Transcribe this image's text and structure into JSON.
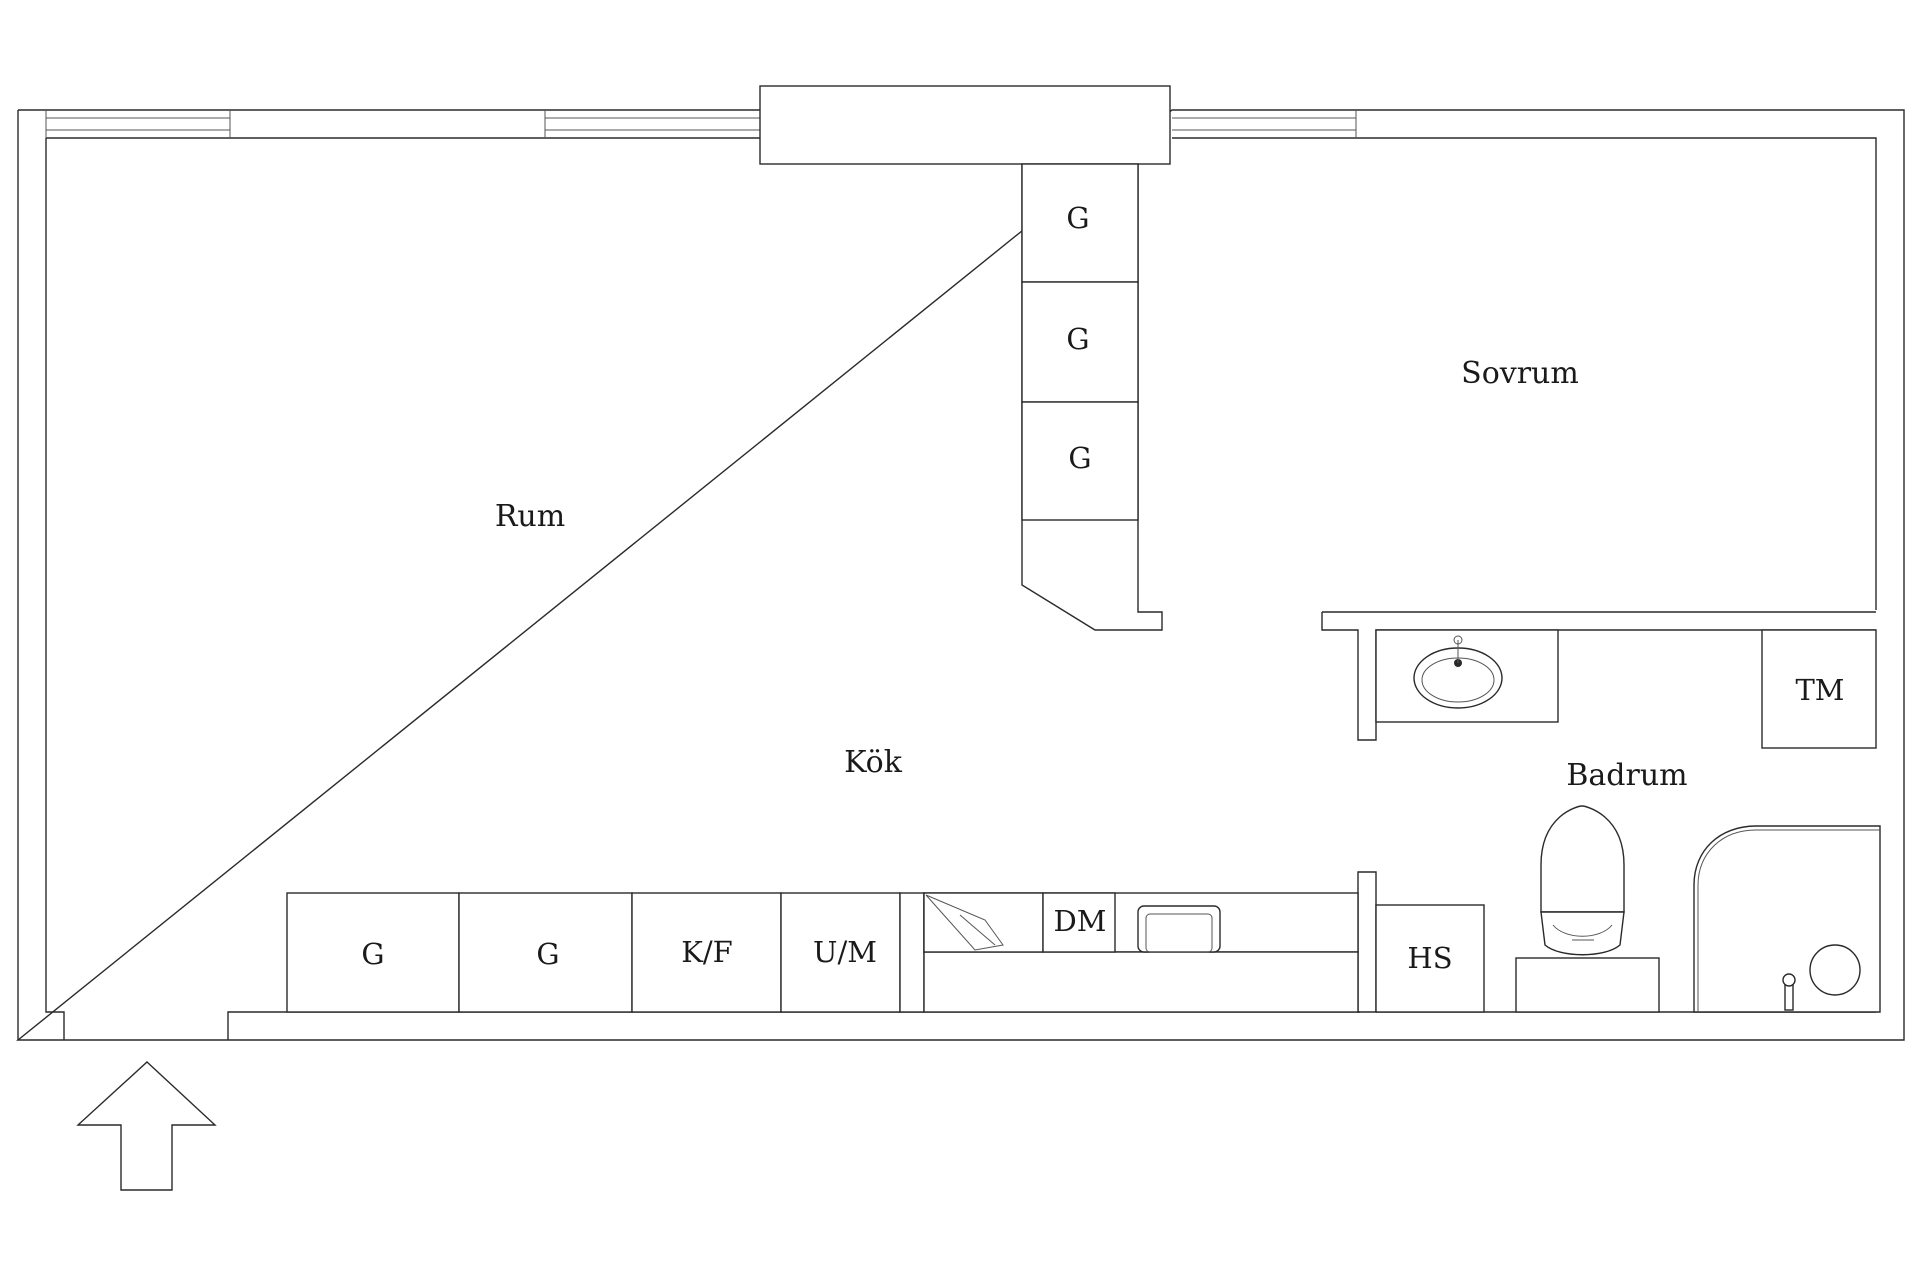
{
  "rooms": {
    "rum": "Rum",
    "sovrum": "Sovrum",
    "kok": "Kök",
    "badrum": "Badrum"
  },
  "units": {
    "wardrobe_1": "G",
    "wardrobe_2": "G",
    "wardrobe_3": "G",
    "kitchen_g_1": "G",
    "kitchen_g_2": "G",
    "fridge_freezer": "K/F",
    "oven_micro": "U/M",
    "dishwasher": "DM",
    "tumble_dryer": "TM",
    "hall_cabinet": "HS"
  }
}
